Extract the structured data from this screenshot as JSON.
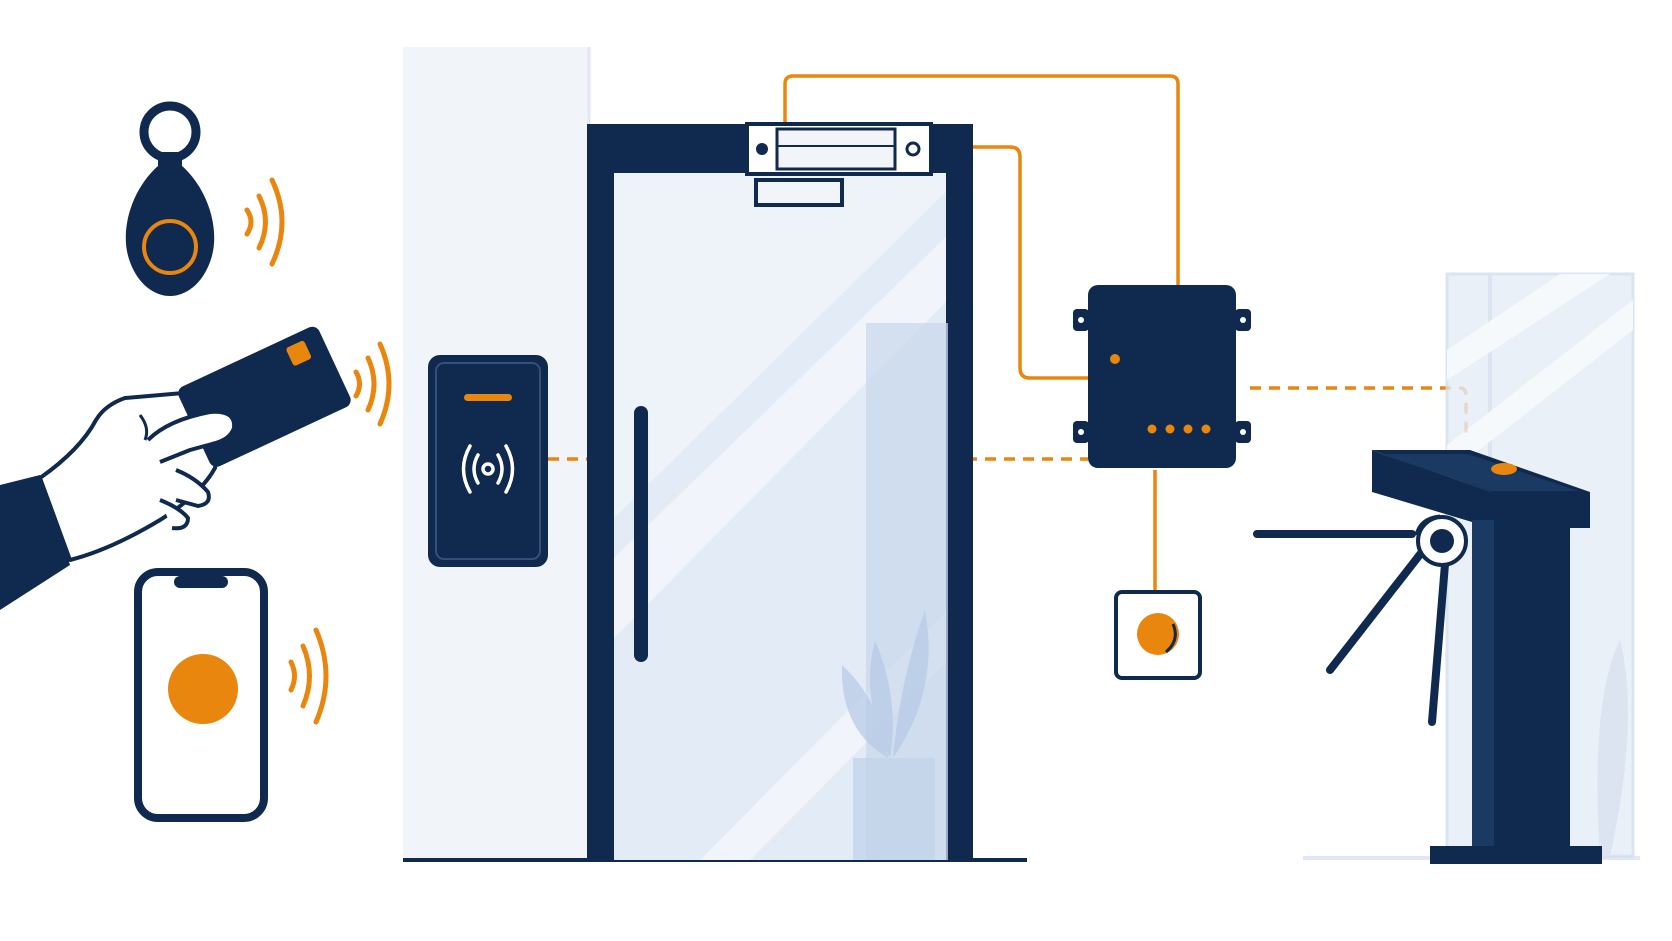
{
  "diagram": {
    "kind": "access-control-system-illustration",
    "colors": {
      "navy": "#0f2a4e",
      "orange": "#e8860e",
      "glass": "#dfe8f4",
      "glass_dark": "#c9d8ec",
      "wall": "#f1f4f9",
      "white": "#ffffff"
    },
    "credentials": [
      {
        "name": "key-fob",
        "icon": "key-fob-icon"
      },
      {
        "name": "access-card",
        "icon": "rfid-card-icon"
      },
      {
        "name": "smartphone",
        "icon": "smartphone-nfc-icon"
      }
    ],
    "devices": [
      {
        "name": "card-reader",
        "icon": "nfc-reader-icon"
      },
      {
        "name": "electromagnetic-lock",
        "icon": "maglock-icon"
      },
      {
        "name": "glass-door",
        "icon": "door-icon"
      },
      {
        "name": "access-controller",
        "icon": "controller-box-icon"
      },
      {
        "name": "exit-button",
        "icon": "exit-button-icon"
      },
      {
        "name": "turnstile",
        "icon": "tripod-turnstile-icon"
      }
    ],
    "connections": [
      {
        "from": "electromagnetic-lock",
        "to": "access-controller",
        "style": "solid"
      },
      {
        "from": "exit-button",
        "to": "access-controller",
        "style": "solid"
      },
      {
        "from": "card-reader",
        "to": "access-controller",
        "style": "dashed"
      },
      {
        "from": "access-controller",
        "to": "turnstile",
        "style": "dashed"
      }
    ]
  }
}
